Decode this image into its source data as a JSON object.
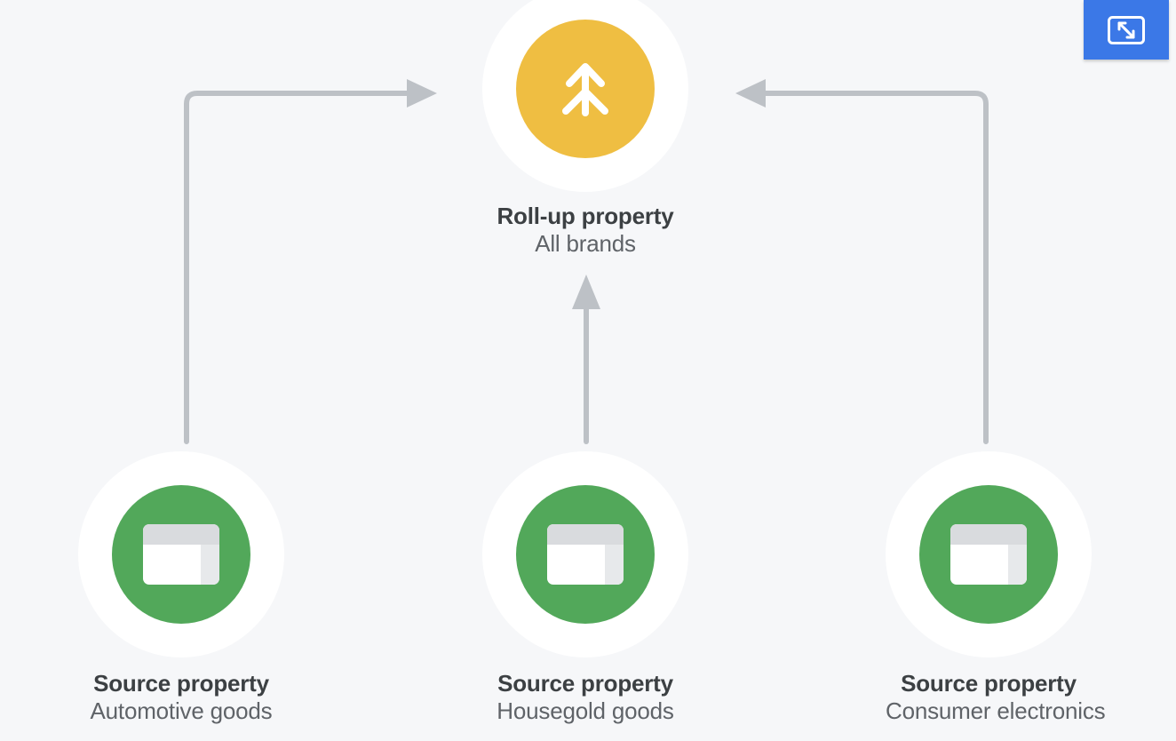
{
  "theme": {
    "background": "#f6f7f9",
    "halo": "#ffffff",
    "source_accent": "#52a85a",
    "rollup_accent": "#efbe42",
    "connector": "#bdc1c6",
    "title_color": "#3c4043",
    "subtitle_color": "#5f6368",
    "button_color": "#3b78e7"
  },
  "toolbar": {
    "fullscreen_icon": "fullscreen-expand-icon"
  },
  "diagram": {
    "rollup": {
      "icon": "merge-arrow-icon",
      "title": "Roll-up property",
      "subtitle": "All brands"
    },
    "sources": [
      {
        "icon": "property-window-icon",
        "title": "Source property",
        "subtitle": "Automotive goods"
      },
      {
        "icon": "property-window-icon",
        "title": "Source property",
        "subtitle": "Housegold goods"
      },
      {
        "icon": "property-window-icon",
        "title": "Source property",
        "subtitle": "Consumer electronics"
      }
    ],
    "connectors": [
      {
        "from": "source-1",
        "to": "rollup",
        "shape": "elbow-right"
      },
      {
        "from": "source-2",
        "to": "rollup",
        "shape": "straight-up"
      },
      {
        "from": "source-3",
        "to": "rollup",
        "shape": "elbow-left"
      }
    ]
  }
}
